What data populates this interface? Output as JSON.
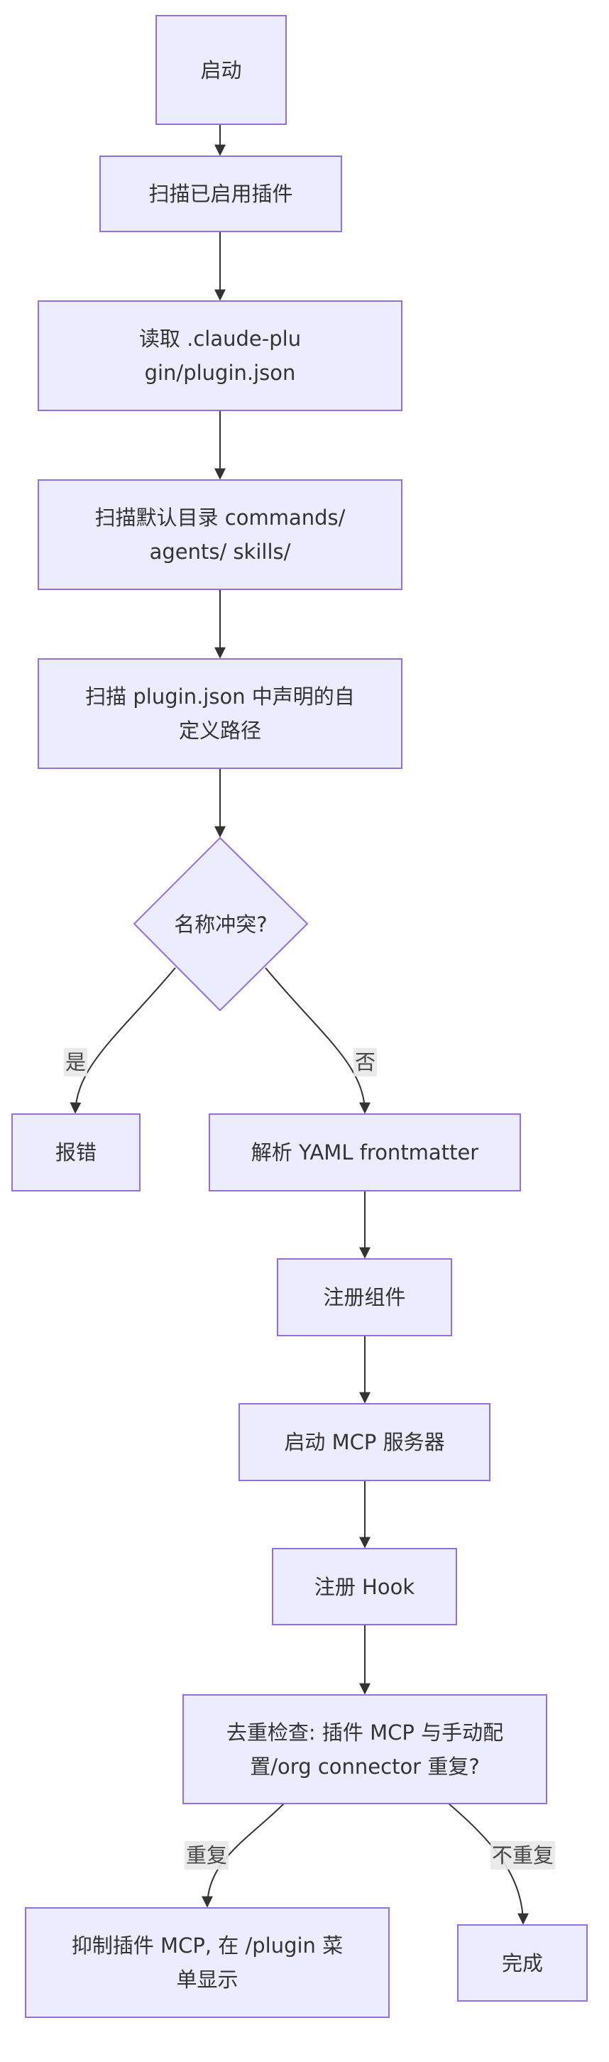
{
  "diagram": {
    "type": "flowchart",
    "direction": "top-down",
    "colors": {
      "node_fill": "#ECECFF",
      "node_stroke": "#9370DB",
      "edge": "#333333",
      "edge_label_bg": "#e8e8e8",
      "text": "#333333"
    },
    "nodes": {
      "start": "启动",
      "scan_plugins": "扫描已启用插件",
      "read_json": "读取 .claude-plugin/plugin.json",
      "scan_default": "扫描默认目录 commands/ agents/ skills/",
      "scan_custom": "扫描 plugin.json 中声明的自定义路径",
      "name_conflict": "名称冲突?",
      "error": "报错",
      "parse_yaml": "解析 YAML frontmatter",
      "register_components": "注册组件",
      "start_mcp": "启动 MCP 服务器",
      "register_hook": "注册 Hook",
      "dedup_check": "去重检查: 插件 MCP 与手动配置/org connector 重复?",
      "suppress_mcp": "抑制插件 MCP, 在 /plugin 菜单显示",
      "done": "完成"
    },
    "edge_labels": {
      "conflict_yes": "是",
      "conflict_no": "否",
      "dup_yes": "重复",
      "dup_no": "不重复"
    },
    "edges": [
      [
        "start",
        "scan_plugins"
      ],
      [
        "scan_plugins",
        "read_json"
      ],
      [
        "read_json",
        "scan_default"
      ],
      [
        "scan_default",
        "scan_custom"
      ],
      [
        "scan_custom",
        "name_conflict"
      ],
      [
        "name_conflict",
        "error",
        "是"
      ],
      [
        "name_conflict",
        "parse_yaml",
        "否"
      ],
      [
        "parse_yaml",
        "register_components"
      ],
      [
        "register_components",
        "start_mcp"
      ],
      [
        "start_mcp",
        "register_hook"
      ],
      [
        "register_hook",
        "dedup_check"
      ],
      [
        "dedup_check",
        "suppress_mcp",
        "重复"
      ],
      [
        "dedup_check",
        "done",
        "不重复"
      ]
    ]
  }
}
